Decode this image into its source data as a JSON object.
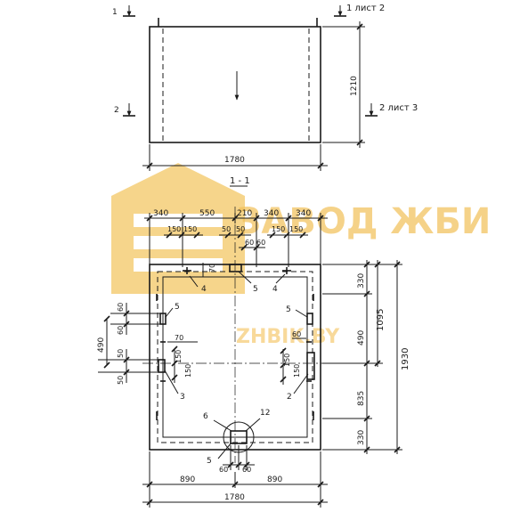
{
  "colors": {
    "ink": "#1a1a1a",
    "watermark": "#f2bd4a",
    "watermark_text": "#f0b53a"
  },
  "watermark": {
    "name": "ЗАВОД ЖБИ",
    "site": "ZHBIK.BY"
  },
  "plan": {
    "width_label": "1780",
    "height_label": "1210",
    "cut_left_top": "1",
    "cut_left_bottom": "2",
    "cut_right_top": "1 лист 2",
    "cut_right_bottom": "2 лист 3"
  },
  "section": {
    "title": "1 - 1",
    "top_dims": [
      "340",
      "550",
      "210",
      "340",
      "340"
    ],
    "top_small_left": [
      "150",
      "150"
    ],
    "top_small_mid": [
      "50",
      "50",
      "60",
      "60"
    ],
    "top_small_right": [
      "150",
      "150"
    ],
    "right_dims": [
      "330",
      "490",
      "835",
      "330"
    ],
    "right_total": "1930",
    "right_top_total": "1095",
    "left_dims": [
      "60",
      "60",
      "490",
      "50",
      "50"
    ],
    "inner_dims": [
      "70",
      "70",
      "150",
      "150",
      "150",
      "150",
      "60"
    ],
    "bottom_small": [
      "60",
      "60"
    ],
    "bottom_dims": [
      "890",
      "890"
    ],
    "bottom_total": "1780",
    "callouts": [
      "4",
      "5",
      "4",
      "5",
      "5",
      "3",
      "2",
      "6",
      "12",
      "5"
    ]
  }
}
